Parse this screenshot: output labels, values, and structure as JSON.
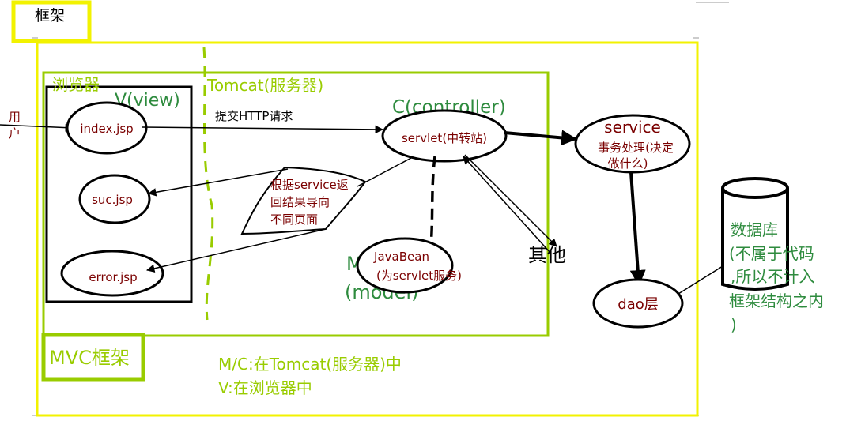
{
  "title_box": {
    "text": "框架"
  },
  "labels": {
    "browser": "浏览器",
    "view": "V(view)",
    "tomcat": "Tomcat(服务器)",
    "controller": "C(controller)",
    "model_m": "M",
    "model_word": "(model)",
    "user_line1": "用",
    "user_line2": "户",
    "submit_http": "提交HTTP请求",
    "other": "其他",
    "mvc_framework": "MVC框架",
    "mc_location": "M/C:在Tomcat(服务器)中",
    "v_location": "V:在浏览器中"
  },
  "nodes": {
    "index_jsp": "index.jsp",
    "suc_jsp": "suc.jsp",
    "error_jsp": "error.jsp",
    "servlet": "servlet(中转站)",
    "service_title": "service",
    "service_desc1": "事务处理(决定",
    "service_desc2": "做什么)",
    "dao": "dao层",
    "javabean1": "JavaBean",
    "javabean2": "(为servlet服务)",
    "redirect1": "根据service返",
    "redirect2": "回结果导向",
    "redirect3": "不同页面",
    "db1": "数据库",
    "db2": "(不属于代码",
    "db3": ",所以不计入",
    "db4": "框架结构之内",
    "db5": ")"
  },
  "colors": {
    "yellow": "#f2f200",
    "green": "#99cc00",
    "dark_green": "#2e8b3e",
    "dark_red": "#7a0000",
    "black": "#000000"
  }
}
